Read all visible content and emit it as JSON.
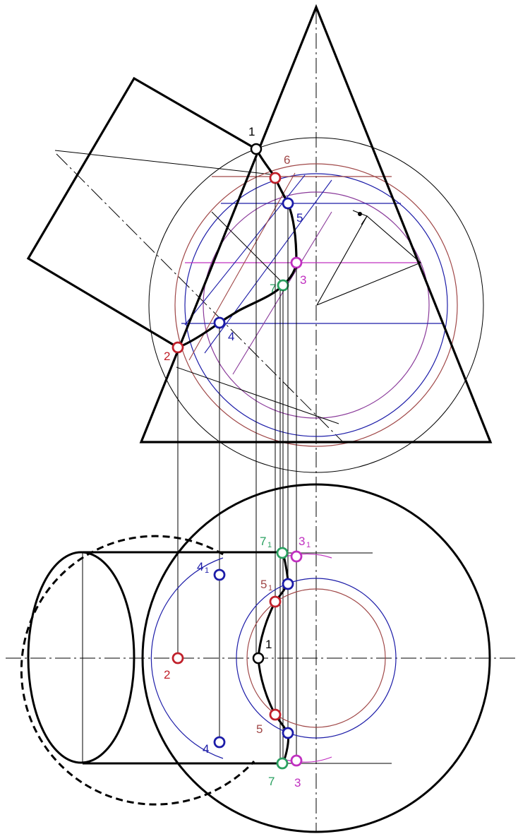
{
  "colors": {
    "outline": "#000000",
    "construction": "#000000",
    "red": "#c0202a",
    "blue": "#1c1ca8",
    "magenta": "#c030c0",
    "green": "#2aa060",
    "brown": "#a04848",
    "purple": "#8a3a9a"
  },
  "front_labels": {
    "p1": "1",
    "p2": "2",
    "p3": "3",
    "p4": "4",
    "p5": "5",
    "p6": "6",
    "p7": "7"
  },
  "top_labels": {
    "p1": "1",
    "p2": "2",
    "p3_upper_main": "3",
    "p3_upper_sub": "1",
    "p3_lower": "3",
    "p4_upper_main": "4",
    "p4_upper_sub": "1",
    "p4_lower": "4",
    "p5_upper_main": "5",
    "p5_upper_sub": "1",
    "p5_lower": "5",
    "p7_upper_main": "7",
    "p7_upper_sub": "1",
    "p7_lower": "7"
  }
}
